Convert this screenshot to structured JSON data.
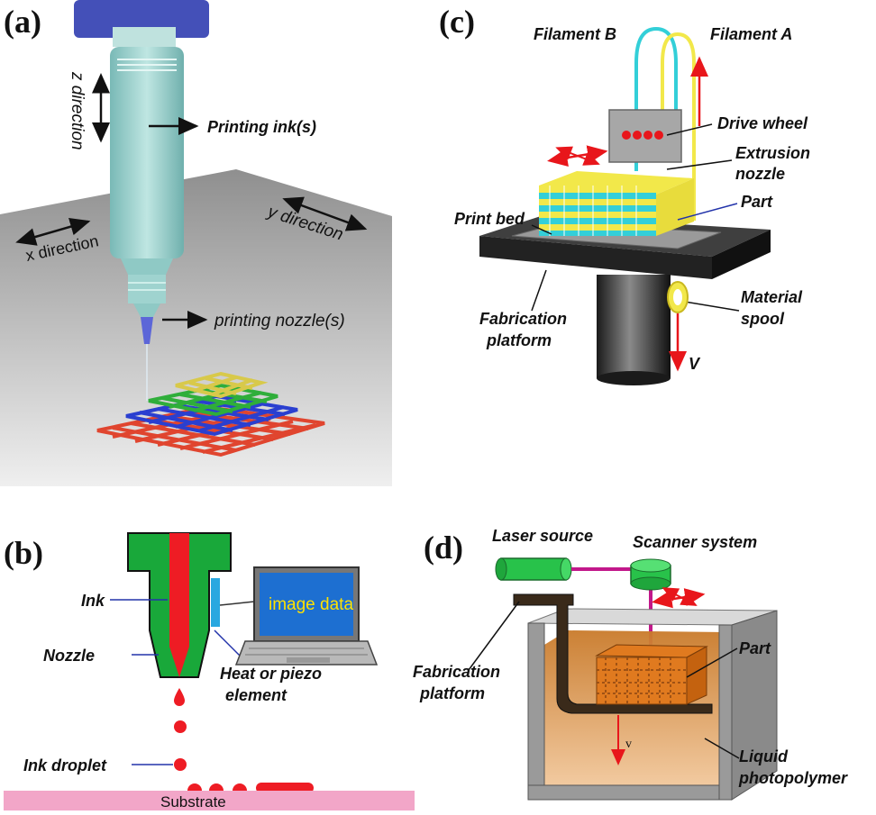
{
  "panels": {
    "a": {
      "label": "(a)",
      "z_direction": "z direction",
      "y_direction": "y direction",
      "x_direction": "x direction",
      "printing_inks": "Printing ink(s)",
      "printing_nozzles": "printing nozzle(s)"
    },
    "b": {
      "label": "(b)",
      "ink": "Ink",
      "nozzle": "Nozzle",
      "image_data": "image data",
      "heat_piezo_1": "Heat or piezo",
      "heat_piezo_2": "element",
      "ink_droplet": "Ink droplet",
      "substrate": "Substrate"
    },
    "c": {
      "label": "(c)",
      "filament_b": "Filament B",
      "filament_a": "Filament A",
      "drive_wheel": "Drive wheel",
      "extrusion_1": "Extrusion",
      "extrusion_2": "nozzle",
      "part": "Part",
      "print_bed": "Print bed",
      "material_1": "Material",
      "material_2": "spool",
      "fabrication_1": "Fabrication",
      "fabrication_2": "platform",
      "v": "V"
    },
    "d": {
      "label": "(d)",
      "laser_source": "Laser source",
      "scanner_system": "Scanner system",
      "fabrication_1": "Fabrication",
      "fabrication_2": "platform",
      "part": "Part",
      "liquid_1": "Liquid",
      "liquid_2": "photopolymer",
      "v": "v"
    }
  },
  "colors": {
    "red": "#e8161b",
    "green": "#19a83a",
    "ink_red": "#ee1c24",
    "substrate": "#f2a6c8",
    "cyan": "#33cfd8",
    "yellow": "#f2e84a",
    "orange": "#e07a1f",
    "platform_dark": "#333333"
  }
}
